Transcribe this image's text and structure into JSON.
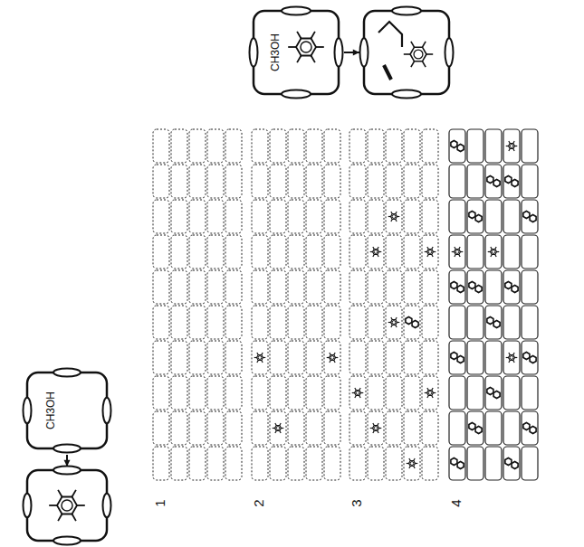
{
  "diagram": {
    "labels": [
      "CH3OH",
      "1",
      "2",
      "3",
      "4",
      "CH3OH"
    ]
  }
}
